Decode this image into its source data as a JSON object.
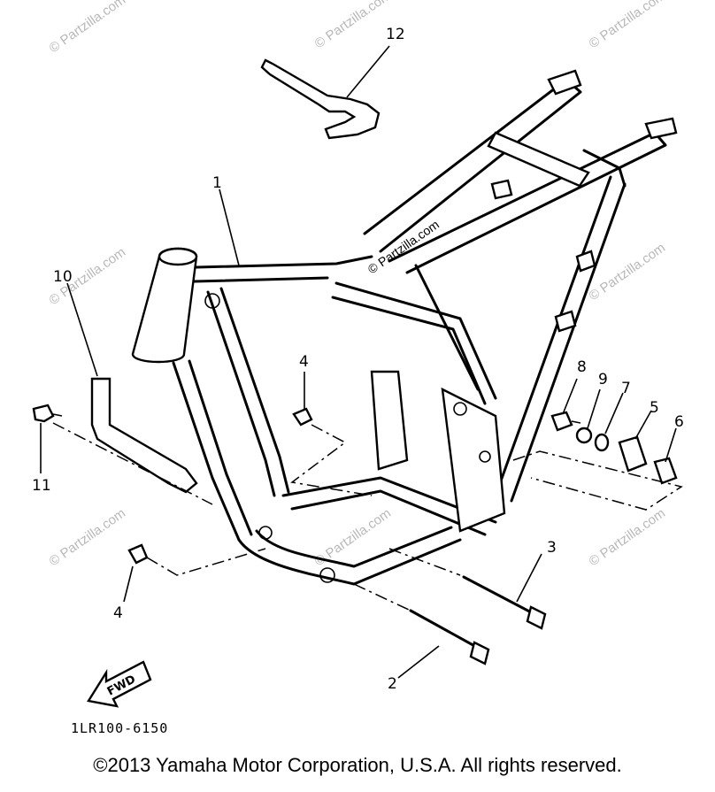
{
  "diagram": {
    "callouts": {
      "c1": "1",
      "c2": "2",
      "c3": "3",
      "c4a": "4",
      "c4b": "4",
      "c5": "5",
      "c6": "6",
      "c7": "7",
      "c8": "8",
      "c9": "9",
      "c10": "10",
      "c11": "11",
      "c12": "12"
    },
    "fwd_label": "FWD",
    "drawing_code": "1LR100-6150",
    "watermark": "© Partzilla.com"
  },
  "footer": {
    "copyright": "©2013  Yamaha Motor Corporation, U.S.A. All rights reserved."
  }
}
